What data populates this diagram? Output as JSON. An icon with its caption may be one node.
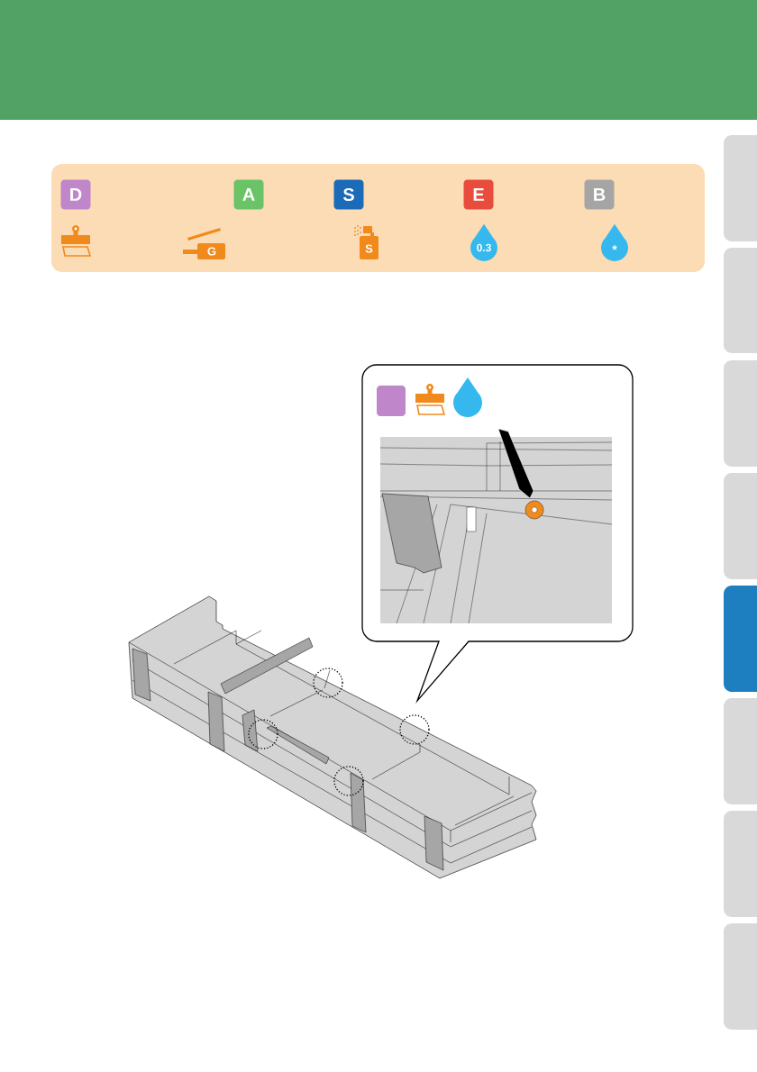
{
  "diagram": {
    "labels": [
      "D",
      "A",
      "S",
      "E",
      "B",
      "G",
      "S",
      "0.3",
      "*"
    ]
  }
}
